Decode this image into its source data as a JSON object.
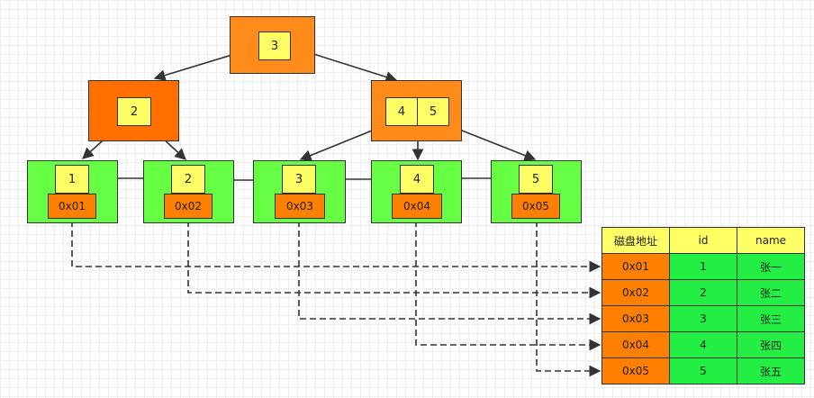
{
  "tree": {
    "root": {
      "keys": [
        "3"
      ]
    },
    "internal_left": {
      "keys": [
        "2"
      ]
    },
    "internal_right": {
      "keys": [
        "4",
        "5"
      ]
    },
    "leaves": [
      {
        "key": "1",
        "addr": "0x01"
      },
      {
        "key": "2",
        "addr": "0x02"
      },
      {
        "key": "3",
        "addr": "0x03"
      },
      {
        "key": "4",
        "addr": "0x04"
      },
      {
        "key": "5",
        "addr": "0x05"
      }
    ]
  },
  "table": {
    "headers": [
      "磁盘地址",
      "id",
      "name"
    ],
    "rows": [
      {
        "addr": "0x01",
        "id": "1",
        "name": "张一"
      },
      {
        "addr": "0x02",
        "id": "2",
        "name": "张二"
      },
      {
        "addr": "0x03",
        "id": "3",
        "name": "张三"
      },
      {
        "addr": "0x04",
        "id": "4",
        "name": "张四"
      },
      {
        "addr": "0x05",
        "id": "5",
        "name": "张五"
      }
    ]
  },
  "colors": {
    "root_node": "#ff8c1a",
    "internal_node_left": "#ff7000",
    "internal_node_right": "#ff8c1a",
    "leaf_node": "#66ff44",
    "key_cell": "#ffff66",
    "address_cell": "#ff7f00",
    "table_data_cell": "#22ee44",
    "line": "#333333"
  }
}
